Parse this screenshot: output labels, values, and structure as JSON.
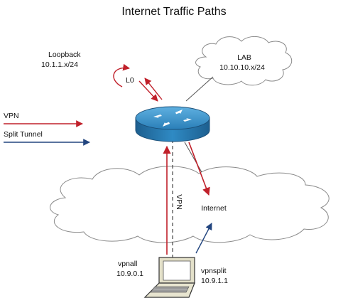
{
  "title": "Internet Traffic Paths",
  "legend": {
    "vpn_label": "VPN",
    "split_label": "Split Tunnel"
  },
  "loopback": {
    "name": "Loopback",
    "subnet": "10.1.1.x/24",
    "interface_label": "L0"
  },
  "lab": {
    "name": "LAB",
    "subnet": "10.10.10.x/24"
  },
  "internet": {
    "name": "Internet"
  },
  "link_label": "VPN",
  "client": {
    "vpnall_name": "vpnall",
    "vpnall_ip": "10.9.0.1",
    "vpnsplit_name": "vpnsplit",
    "vpnsplit_ip": "10.9.1.1"
  },
  "colors": {
    "vpn": "#c0202a",
    "split": "#22457f",
    "router": "#2a7fb8",
    "cloud_stroke": "#8a8a8a"
  },
  "icons": {
    "router": "router-icon",
    "laptop": "laptop-icon",
    "clouds": "cloud-icon"
  }
}
